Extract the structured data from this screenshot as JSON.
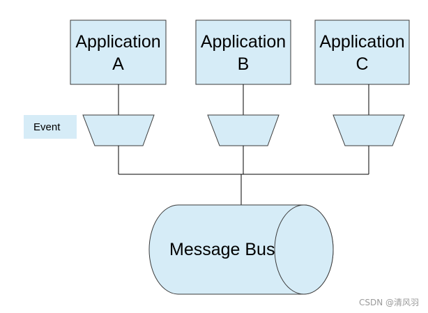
{
  "diagram": {
    "applications": [
      {
        "line1": "Application",
        "line2": "A"
      },
      {
        "line1": "Application",
        "line2": "B"
      },
      {
        "line1": "Application",
        "line2": "C"
      }
    ],
    "event_label": "Event",
    "bus_label": "Message Bus",
    "watermark": "CSDN @清风羽"
  },
  "colors": {
    "box_fill": "#d6ecf7",
    "stroke": "#3a3a3a",
    "text": "#000000"
  }
}
